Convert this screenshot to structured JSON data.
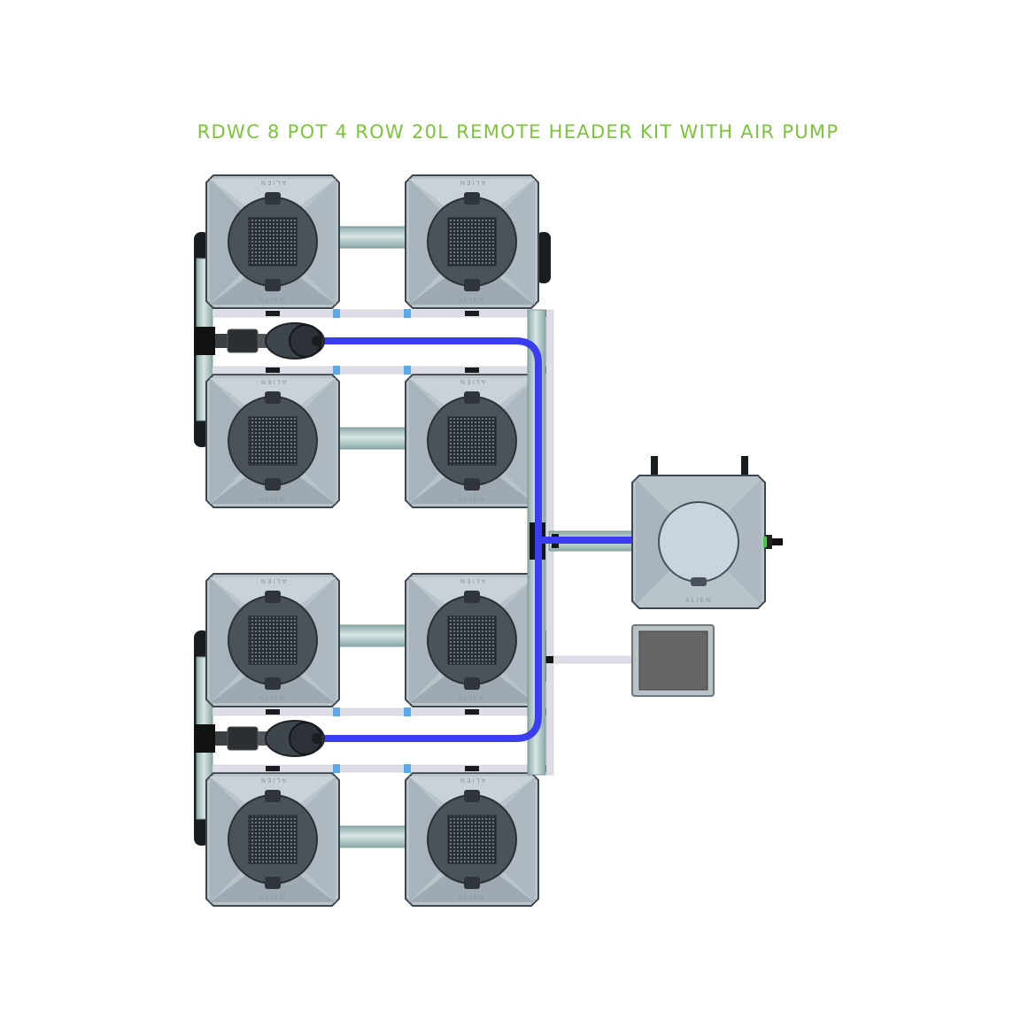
{
  "title": "RDWC 8 POT 4 ROW 20L REMOTE HEADER KIT WITH AIR PUMP",
  "pot_label": "ALIEN",
  "components": {
    "pots": 8,
    "rows": 4,
    "header_tank": 1,
    "air_pump": 1,
    "inline_pumps": 2
  },
  "colors": {
    "title": "#7cc43a",
    "pot_body": "#b9c3ca",
    "pot_dark": "#4a525a",
    "pipe": "#a9c4c3",
    "water_line": "#3a3ef0",
    "air_line": "#dcdde6",
    "air_pump": "#666666",
    "accent_blue": "#5aa9e8",
    "status_green": "#3cd03c"
  }
}
